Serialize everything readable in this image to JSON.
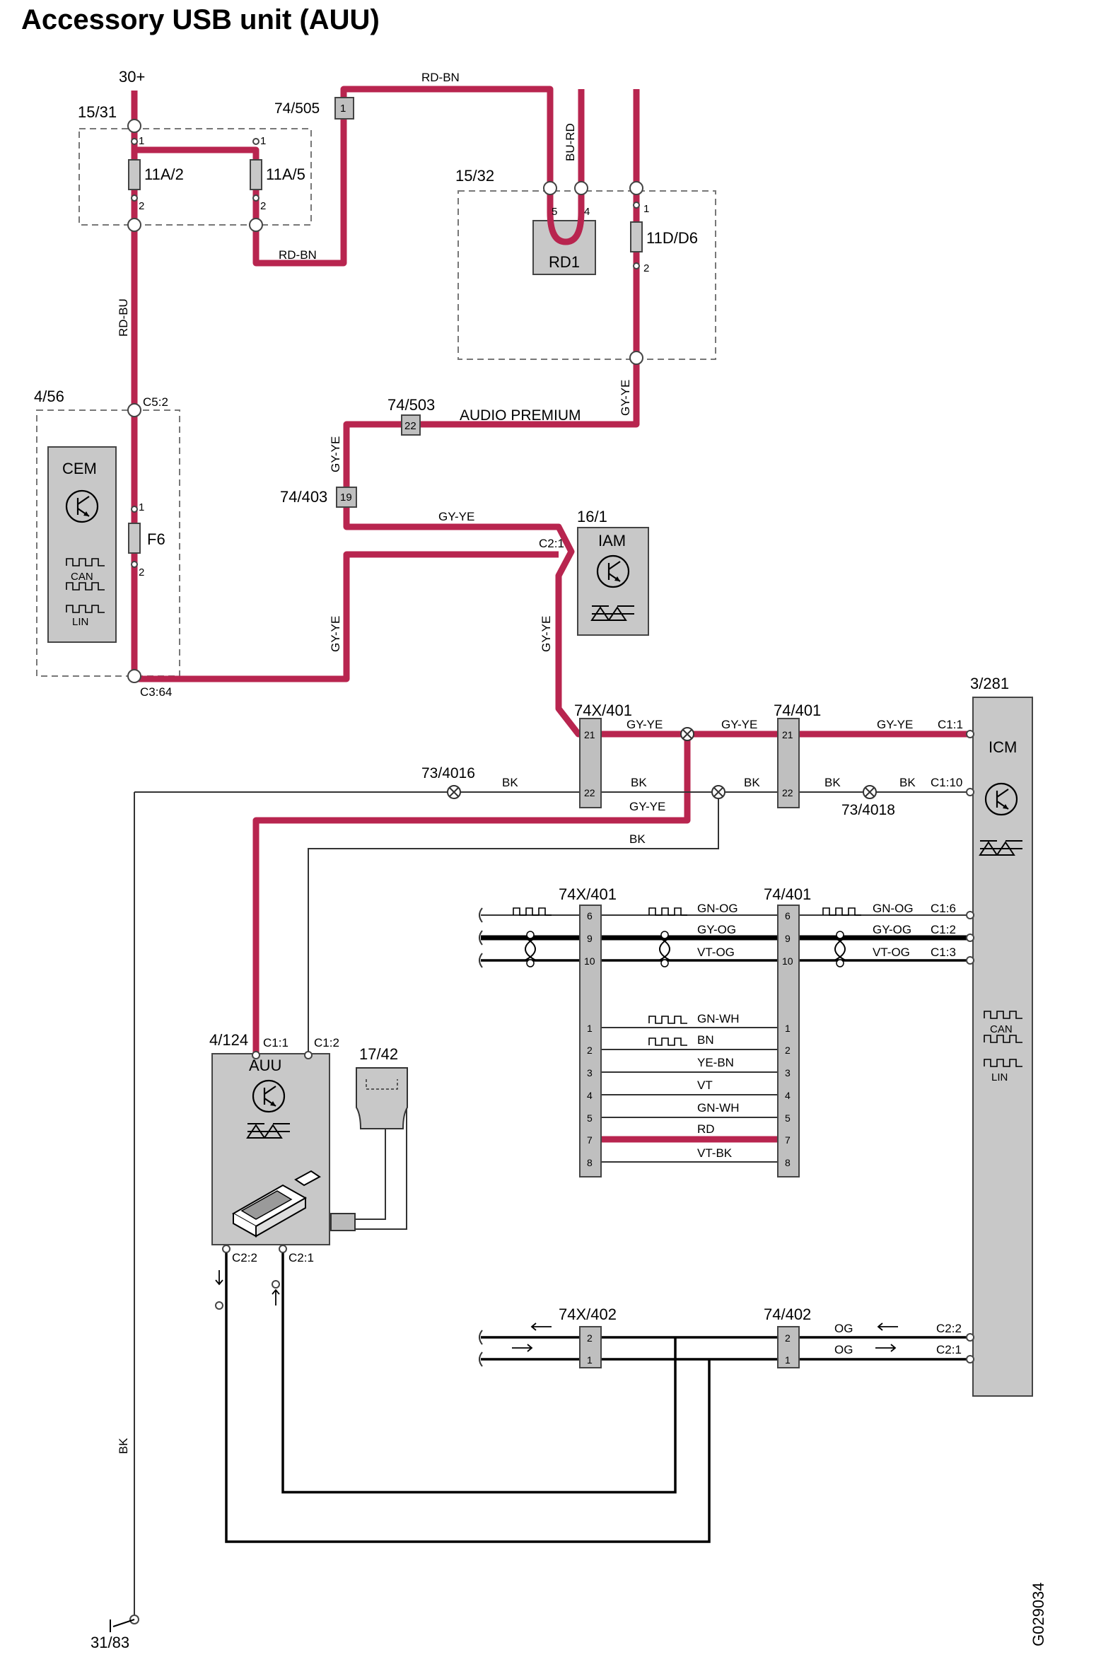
{
  "title": "Accessory USB unit (AUU)",
  "figure_id": "G029034",
  "power": {
    "supply": "30+",
    "ground": "31/83"
  },
  "modules": {
    "fusebox_a": {
      "id": "15/31",
      "fuse1": "11A/2",
      "fuse2": "11A/5"
    },
    "fusebox_b": {
      "id": "15/32",
      "relay": "RD1",
      "fuse": "11D/D6"
    },
    "cem": {
      "id": "4/56",
      "name": "CEM",
      "fuse": "F6",
      "can": "CAN",
      "lin": "LIN",
      "pin_in": "C5:2",
      "pin_out": "C3:64"
    },
    "iam": {
      "id": "16/1",
      "name": "IAM",
      "pin": "C2:1"
    },
    "icm": {
      "id": "3/281",
      "name": "ICM",
      "can": "CAN",
      "lin": "LIN"
    },
    "auu": {
      "id": "4/124",
      "name": "AUU",
      "pin_c11": "C1:1",
      "pin_c12": "C1:2",
      "pin_c22": "C2:2",
      "pin_c21": "C2:1"
    },
    "usb": {
      "id": "17/42"
    }
  },
  "connectors": {
    "c74_505": {
      "id": "74/505",
      "pin": "1"
    },
    "c74_503": {
      "id": "74/503",
      "pin": "22",
      "label": "AUDIO PREMIUM"
    },
    "c74_403": {
      "id": "74/403",
      "pin": "19"
    },
    "c74x_401": {
      "id": "74X/401"
    },
    "c74_401": {
      "id": "74/401"
    },
    "c74x_402": {
      "id": "74X/402"
    },
    "c74_402": {
      "id": "74/402"
    },
    "splice_a": "73/4016",
    "splice_b": "73/4018"
  },
  "wires": {
    "rd_bn": "RD-BN",
    "bu_rd": "BU-RD",
    "rd_bu": "RD-BU",
    "gy_ye": "GY-YE",
    "bk": "BK",
    "og": "OG"
  },
  "pins": {
    "p1": "1",
    "p2": "2",
    "p4": "4",
    "p5": "5",
    "p21": "21",
    "p22": "22",
    "c1_1": "C1:1",
    "c1_10": "C1:10",
    "c1_6": "C1:6",
    "c1_2": "C1:2",
    "c1_3": "C1:3",
    "c2_2": "C2:2",
    "c2_1": "C2:1"
  },
  "bus_rows": [
    {
      "pin": "6",
      "wire": "GN-OG"
    },
    {
      "pin": "9",
      "wire": "GY-OG"
    },
    {
      "pin": "10",
      "wire": "VT-OG"
    }
  ],
  "aux_rows": [
    {
      "pin": "1",
      "wire": "GN-WH"
    },
    {
      "pin": "2",
      "wire": "BN"
    },
    {
      "pin": "3",
      "wire": "YE-BN"
    },
    {
      "pin": "4",
      "wire": "VT"
    },
    {
      "pin": "5",
      "wire": "GN-WH"
    },
    {
      "pin": "7",
      "wire": "RD"
    },
    {
      "pin": "8",
      "wire": "VT-BK"
    }
  ],
  "icm_pins": {
    "c16": "C1:6",
    "c12": "C1:2",
    "c13": "C1:3"
  },
  "link_rows": [
    {
      "pin": "2",
      "wire": "OG",
      "icm_pin": "C2:2"
    },
    {
      "pin": "1",
      "wire": "OG",
      "icm_pin": "C2:1"
    }
  ],
  "colors": {
    "red_wire": "#b8254f",
    "module_fill": "#c8c8c8"
  }
}
